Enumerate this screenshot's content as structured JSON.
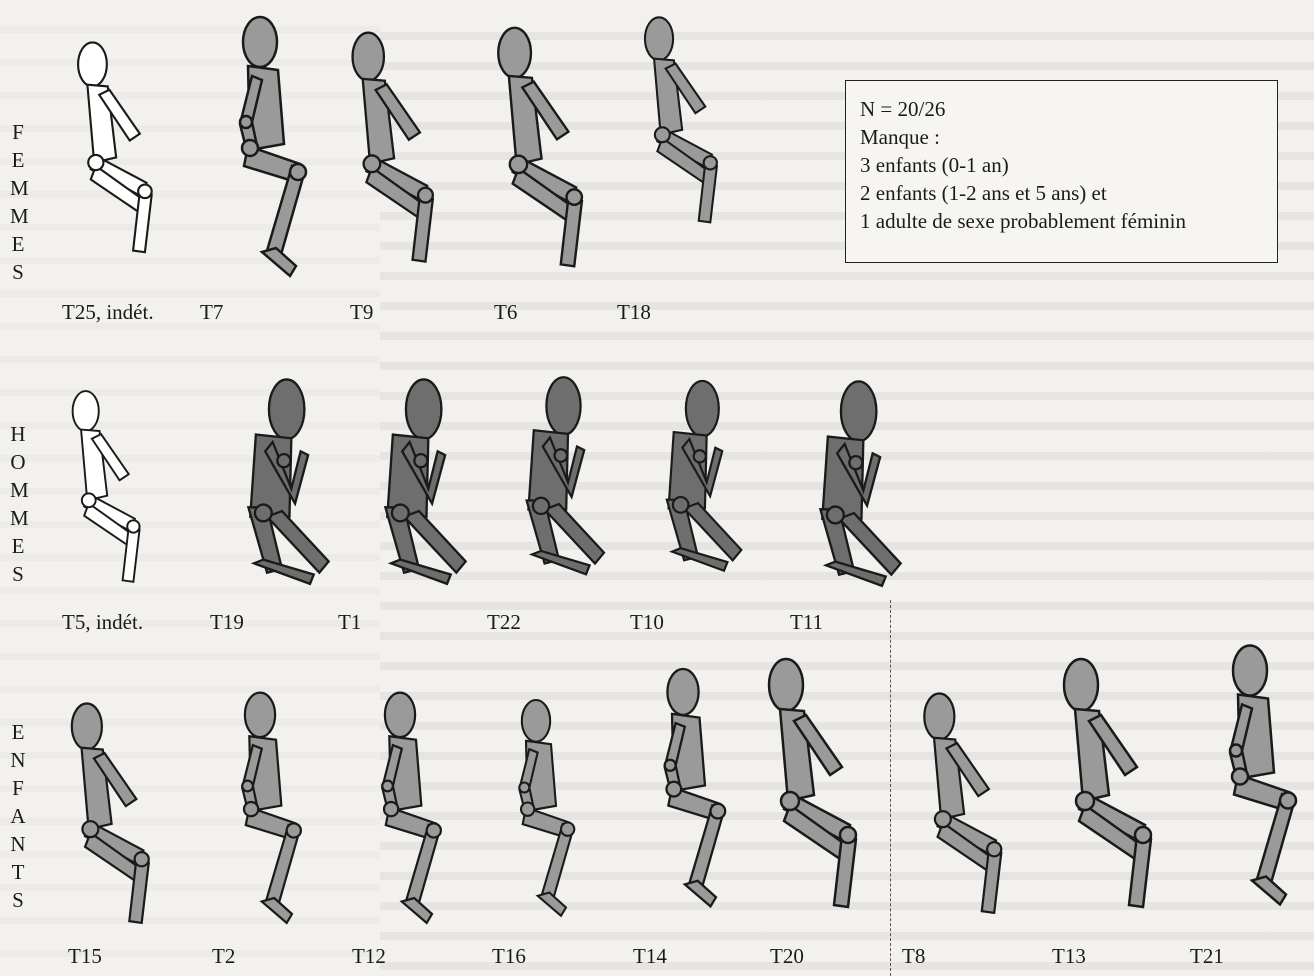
{
  "groups": {
    "women": "FEMMES",
    "men": "HOMMES",
    "children": "ENFANTS"
  },
  "women_figures": [
    "T25, indét.",
    "T7",
    "T9",
    "T6",
    "T18"
  ],
  "men_figures": [
    "T5, indét.",
    "T19",
    "T1",
    "T22",
    "T10",
    "T11"
  ],
  "children_figures": [
    "T15",
    "T2",
    "T12",
    "T16",
    "T14",
    "T20",
    "T8",
    "T13",
    "T21"
  ],
  "legend": {
    "count": "N = 20/26",
    "missing_title": "Manque :",
    "line1": "3 enfants (0-1 an)",
    "line2": "2 enfants (1-2 ans et 5 ans) et",
    "line3": "1 adulte de sexe probablement féminin"
  },
  "colors": {
    "figure_fill": "#9a9a9a",
    "figure_dark": "#6e6e6e",
    "undetermined_fill": "#ffffff",
    "outline": "#1a1a1a"
  },
  "icons": [
    "seated-mannequin-icon",
    "flexed-mannequin-icon",
    "undetermined-mannequin-icon"
  ]
}
